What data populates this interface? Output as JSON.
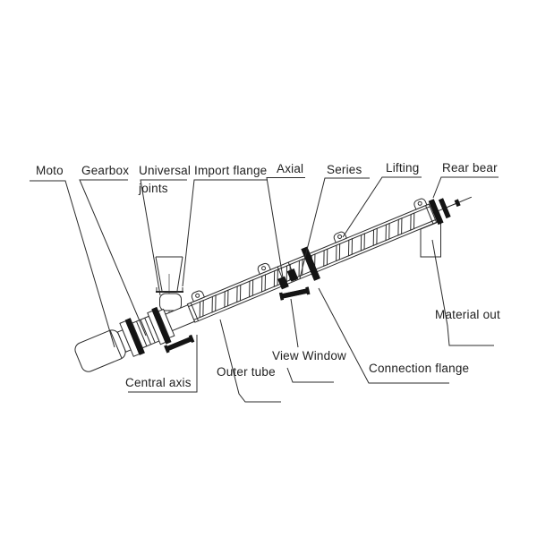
{
  "figure": {
    "background": "#ffffff",
    "line_color": "#2b2b2b",
    "fill_black": "#141414"
  },
  "labels": {
    "moto": "Moto",
    "gearbox": "Gearbox",
    "universal_line1": "Universal",
    "universal_line2": "joints",
    "import_flange": "Import flange",
    "axial": "Axial",
    "series": "Series",
    "lifting": "Lifting",
    "rear_bear": "Rear bear",
    "central_axis": "Central axis",
    "outer_tube": "Outer tube",
    "view_window": "View Window",
    "connection_flange": "Connection flange",
    "material_out": "Material out"
  }
}
